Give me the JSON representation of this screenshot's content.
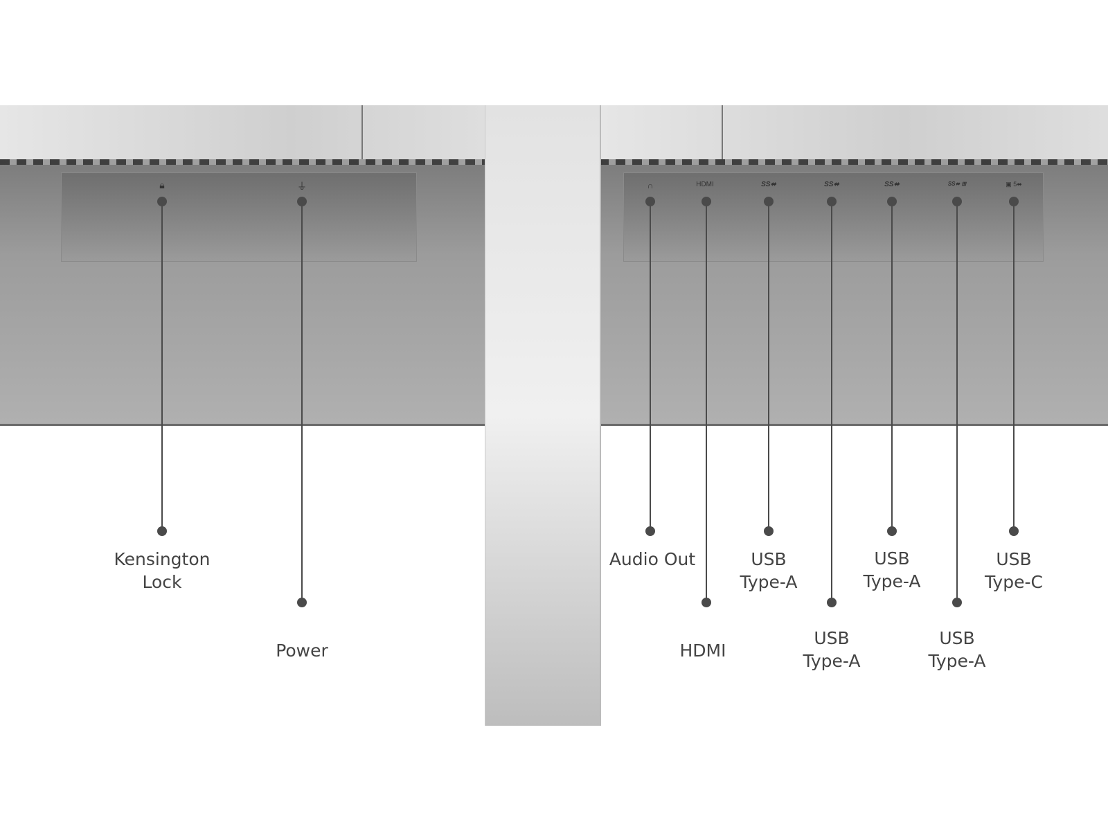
{
  "left_ports": [
    {
      "icon": "lock-icon",
      "label": "Kensington Lock"
    },
    {
      "icon": "power-plug-icon",
      "label": "Power"
    }
  ],
  "right_ports": [
    {
      "icon": "headphones-icon",
      "label": "Audio Out"
    },
    {
      "icon": "hdmi-icon",
      "icon_text": "HDMI",
      "label": "HDMI"
    },
    {
      "icon": "usb-superspeed-icon",
      "label": "USB Type-A"
    },
    {
      "icon": "usb-superspeed-icon",
      "label": "USB Type-A"
    },
    {
      "icon": "usb-superspeed-icon",
      "label": "USB Type-A"
    },
    {
      "icon": "usb-superspeed-charging-icon",
      "label": "USB Type-A"
    },
    {
      "icon": "usb-c-display-icon",
      "label": "USB Type-C"
    }
  ],
  "labels": {
    "kensington_1": "Kensington",
    "kensington_2": "Lock",
    "power": "Power",
    "audio": "Audio Out",
    "hdmi": "HDMI",
    "usb": "USB",
    "type_a": "Type-A",
    "type_c": "Type-C"
  },
  "colors": {
    "line": "#4a4a4a",
    "text": "#444444"
  }
}
